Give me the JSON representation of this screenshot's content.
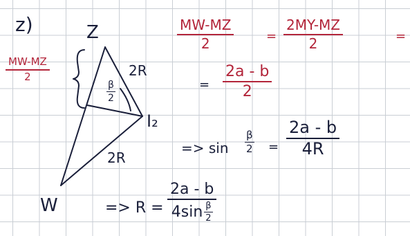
{
  "part_label": "z)",
  "vertex_top": "Z",
  "vertex_right": "I₂",
  "vertex_bottom": "W",
  "side_upper": "2R",
  "side_lower": "2R",
  "angle_label": {
    "num": "β",
    "den": "2"
  },
  "bracket_fraction": {
    "num": "MW-MZ",
    "den": "2"
  },
  "eq1": {
    "lhs": {
      "num": "MW-MZ",
      "den": "2"
    },
    "rhs": {
      "num": "2MY-MZ",
      "den": "2"
    },
    "eq_sign": "=",
    "trailing": "="
  },
  "eq2": {
    "sign": "=",
    "num": "2a - b",
    "den": "2"
  },
  "eq3": {
    "prefix": "=> sin",
    "ang_num": "β",
    "ang_den": "2",
    "eq_sign": "=",
    "num": "2a - b",
    "den": "4R"
  },
  "eq4": {
    "prefix": "=> R =",
    "num": "2a - b",
    "den_text": "4sin",
    "ang_num": "β",
    "ang_den": "2"
  },
  "colors": {
    "ink_blue": "#1a1f3a",
    "ink_red": "#b3253a",
    "grid": "#c9ced4"
  }
}
